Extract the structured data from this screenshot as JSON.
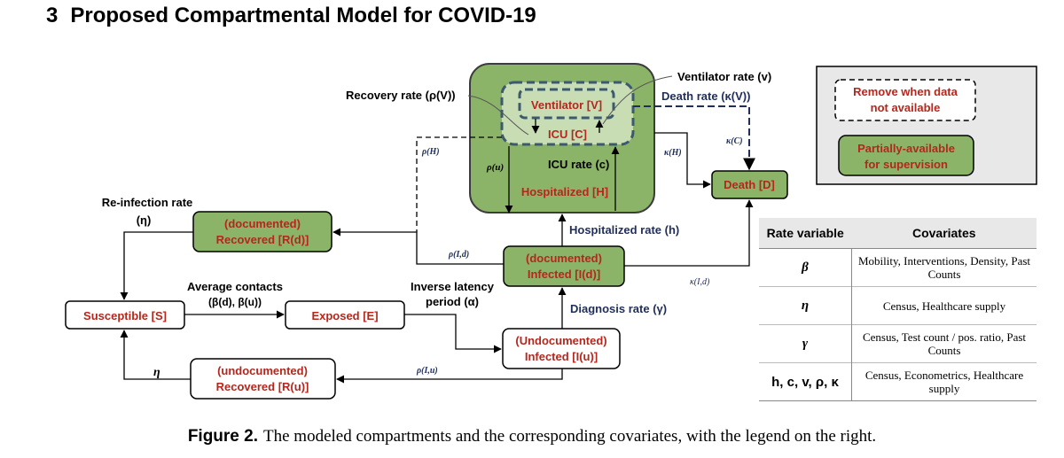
{
  "section": {
    "number": "3",
    "title": "Proposed Compartmental Model for COVID-19"
  },
  "colors": {
    "red_text": "#b5271d",
    "blue_text": "#1f2e5a",
    "green_fill": "#8cb468",
    "light_green": "#c9ddb5",
    "dark_green": "#3c5a2a"
  },
  "compartments": {
    "susceptible": "Susceptible [S]",
    "exposed": "Exposed [E]",
    "undoc_infected": [
      "(Undocumented)",
      "Infected [I(u)]"
    ],
    "doc_infected": [
      "(documented)",
      "Infected [I(d)]"
    ],
    "doc_recovered": [
      "(documented)",
      "Recovered [R(d)]"
    ],
    "undoc_recovered": [
      "(undocumented)",
      "Recovered [R(u)]"
    ],
    "death": "Death [D]",
    "hospitalized": "Hospitalized [H]",
    "icu": "ICU [C]",
    "ventilator": "Ventilator [V]"
  },
  "rates": {
    "reinfection": [
      "Re-infection rate",
      "(η)"
    ],
    "avg_contacts": [
      "Average contacts",
      "(β(d), β(u))"
    ],
    "inv_latency": [
      "Inverse latency",
      "period (α)"
    ],
    "diagnosis": "Diagnosis rate (γ)",
    "hospitalized": "Hospitalized rate (h)",
    "icu": "ICU rate (c)",
    "ventilator": "Ventilator rate (v)",
    "recovery": "Recovery rate (ρ(V))",
    "death_v": "Death rate (κ(V))",
    "rho_h": "ρ(H)",
    "rho_u": "ρ(u)",
    "kappa_h": "κ(H)",
    "kappa_c": "κ(C)",
    "rho_id": "ρ(I,d)",
    "kappa_id": "κ(I,d)",
    "rho_iu": "ρ(I,u)",
    "eta": "η"
  },
  "legend": {
    "remove": [
      "Remove when data",
      "not available"
    ],
    "partial": [
      "Partially-available",
      "for supervision"
    ]
  },
  "table": {
    "headers": [
      "Rate variable",
      "Covariates"
    ],
    "rows": [
      {
        "var": "β",
        "cov": "Mobility, Interventions, Density, Past Counts"
      },
      {
        "var": "η",
        "cov": "Census, Healthcare supply"
      },
      {
        "var": "γ",
        "cov": "Census, Test count / pos. ratio, Past Counts"
      },
      {
        "var": "h, c, v, ρ, κ",
        "cov": "Census, Econometrics, Healthcare supply"
      }
    ]
  },
  "caption": {
    "label": "Figure 2.",
    "text": "The modeled compartments and the corresponding covariates, with the legend on the right."
  }
}
